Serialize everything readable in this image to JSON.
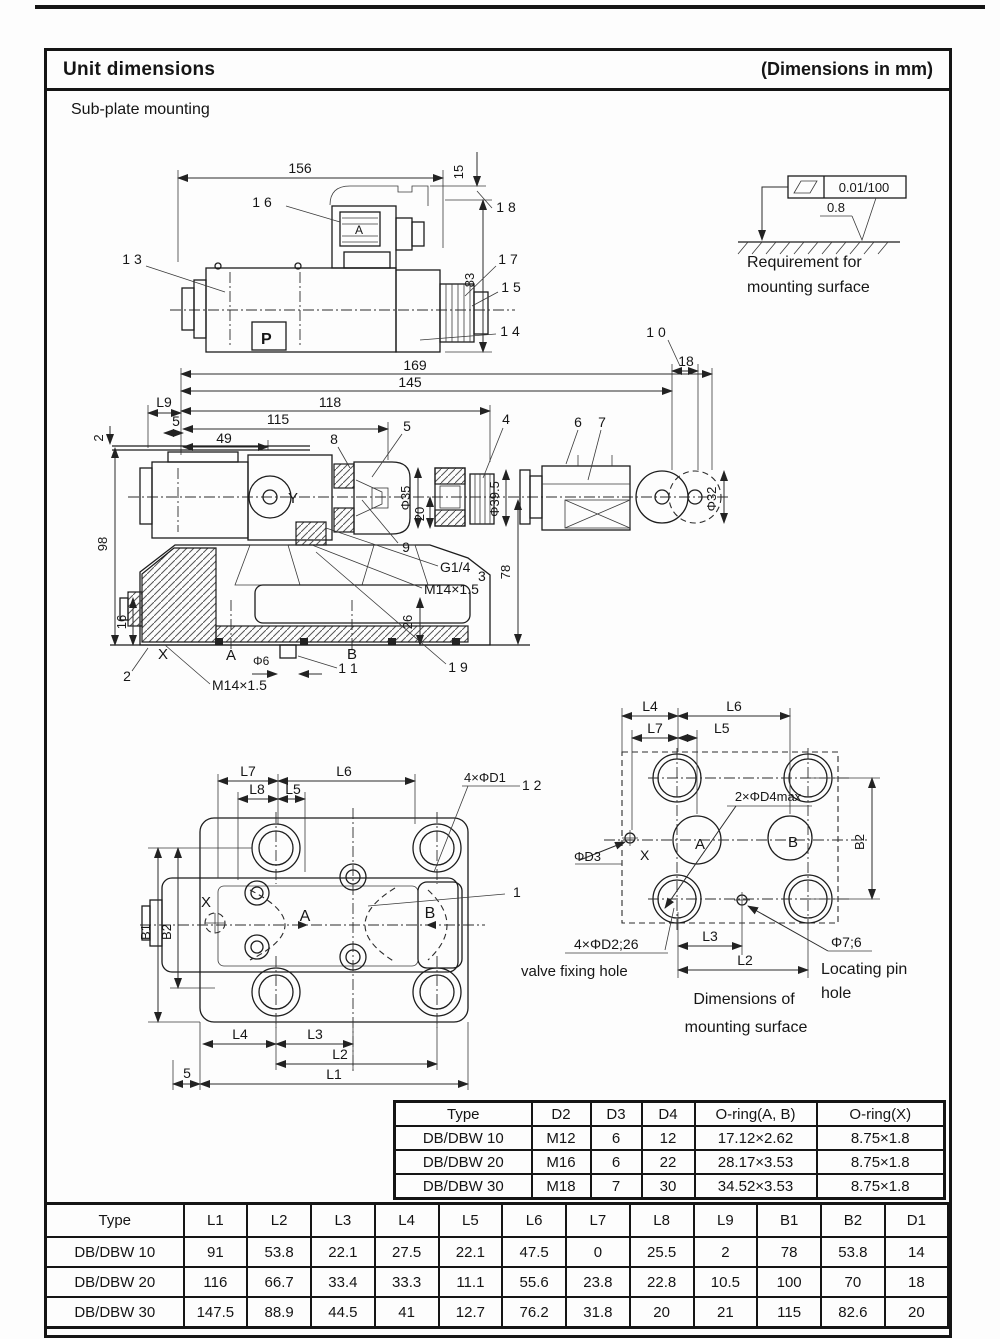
{
  "page": {
    "title": "Unit dimensions",
    "dim_note": "(Dimensions in mm)",
    "subtitle": "Sub-plate mounting"
  },
  "d1": {
    "dim_156": "156",
    "dim_15": "15",
    "dim_83": "83",
    "c13": "1 3",
    "c14": "1 4",
    "c15": "1 5",
    "c16": "1 6",
    "c17": "1 7",
    "c18": "1 8",
    "logo": "P",
    "conn": "A"
  },
  "req": {
    "flat": "0.01/100",
    "rough": "0.8",
    "line1": "Requirement for",
    "line2": "mounting surface"
  },
  "d2": {
    "dim_169": "169",
    "dim_145": "145",
    "dim_118": "118",
    "dim_115": "115",
    "dim_49": "49",
    "dim_L9": "L9",
    "dim_5": "5",
    "dim_2": "2",
    "dim_18": "18",
    "dim_98": "98",
    "dim_16": "16",
    "dim_phi35": "Φ35",
    "dim_20": "20",
    "dim_phi395": "Φ39.5",
    "dim_phi32": "Φ32",
    "dim_78": "78",
    "dim_26": "26",
    "dim_phi6": "Φ6",
    "c2": "2",
    "c3": "3",
    "c4": "4",
    "c5": "5",
    "c6": "6",
    "c7": "7",
    "c8": "8",
    "c9": "9",
    "c10": "1 0",
    "c11": "1 1",
    "c19": "1 9",
    "y": "Y",
    "x": "X",
    "a": "A",
    "b": "B",
    "g14": "G1/4",
    "m14a": "M14×1.5",
    "m14b": "M14×1.5"
  },
  "d3": {
    "L7": "L7",
    "L6": "L6",
    "L8": "L8",
    "L5": "L5",
    "note_4xd1": "4×ΦD1",
    "c12": "1 2",
    "c1": "1",
    "x": "X",
    "a": "A",
    "b": "B",
    "B1": "B1",
    "B2": "B2",
    "L4": "L4",
    "L3": "L3",
    "L2": "L2",
    "L1": "L1",
    "d5": "5"
  },
  "d4": {
    "L4": "L4",
    "L6": "L6",
    "L7": "L7",
    "L5": "L5",
    "note_2xd4": "2×ΦD4max",
    "phid3": "ΦD3",
    "x": "X",
    "a": "A",
    "b": "B",
    "B2": "B2",
    "note_4xd2": "4×ΦD2;26",
    "fix_hole": "valve fixing hole",
    "L3": "L3",
    "L2": "L2",
    "phi76": "Φ7;6",
    "pin1": "Locating pin",
    "pin2": "hole",
    "cap1": "Dimensions of",
    "cap2": "mounting surface"
  },
  "oring_table": {
    "headers": [
      "Type",
      "D2",
      "D3",
      "D4",
      "O-ring(A, B)",
      "O-ring(X)"
    ],
    "rows": [
      [
        "DB/DBW 10",
        "M12",
        "6",
        "12",
        "17.12×2.62",
        "8.75×1.8"
      ],
      [
        "DB/DBW 20",
        "M16",
        "6",
        "22",
        "28.17×3.53",
        "8.75×1.8"
      ],
      [
        "DB/DBW 30",
        "M18",
        "7",
        "30",
        "34.52×3.53",
        "8.75×1.8"
      ]
    ]
  },
  "dim_table": {
    "headers": [
      "Type",
      "L1",
      "L2",
      "L3",
      "L4",
      "L5",
      "L6",
      "L7",
      "L8",
      "L9",
      "B1",
      "B2",
      "D1"
    ],
    "rows": [
      [
        "DB/DBW 10",
        "91",
        "53.8",
        "22.1",
        "27.5",
        "22.1",
        "47.5",
        "0",
        "25.5",
        "2",
        "78",
        "53.8",
        "14"
      ],
      [
        "DB/DBW 20",
        "116",
        "66.7",
        "33.4",
        "33.3",
        "11.1",
        "55.6",
        "23.8",
        "22.8",
        "10.5",
        "100",
        "70",
        "18"
      ],
      [
        "DB/DBW 30",
        "147.5",
        "88.9",
        "44.5",
        "41",
        "12.7",
        "76.2",
        "31.8",
        "20",
        "21",
        "115",
        "82.6",
        "20"
      ]
    ]
  }
}
